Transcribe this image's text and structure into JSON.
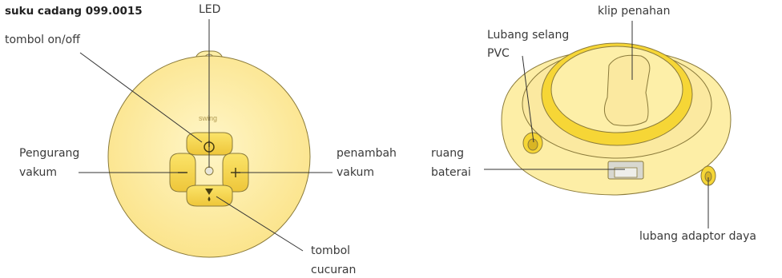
{
  "part_number": "suku cadang 099.0015",
  "front_view": {
    "brand_text": "swing",
    "labels": {
      "led": "LED",
      "power_button": "tombol on/off",
      "vacuum_down_line1": "Pengurang",
      "vacuum_down_line2": "vakum",
      "vacuum_up_line1": "penambah",
      "vacuum_up_line2": "vakum",
      "letdown_line1": "tombol",
      "letdown_line2": "cucuran"
    }
  },
  "side_view": {
    "labels": {
      "clip": "klip penahan",
      "tube_hole_line1": "Lubang selang",
      "tube_hole_line2": "PVC",
      "battery_line1": "ruang",
      "battery_line2": "baterai",
      "adapter_hole": "lubang adaptor daya"
    }
  },
  "colors": {
    "body": "#fdeea6",
    "button": "#f7da4f",
    "button_dark": "#e8bb2a",
    "outline": "#8a7a3a",
    "leader": "#333333"
  }
}
